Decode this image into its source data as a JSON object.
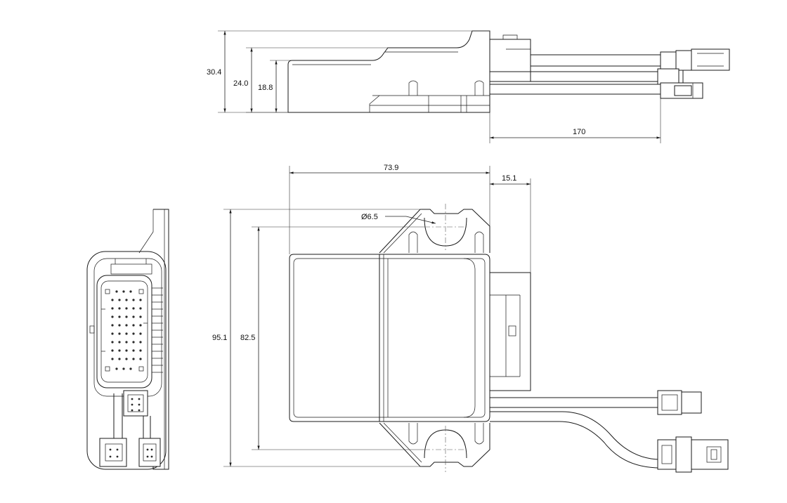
{
  "dimensions": {
    "side_total_height": "30.4",
    "side_mid_height": "24.0",
    "side_low_height": "18.8",
    "cable_length": "170",
    "body_width": "73.9",
    "connector_depth": "15.1",
    "mount_hole": "Ø6.5",
    "overall_height": "95.1",
    "hole_spacing": "82.5"
  },
  "colors": {
    "line": "#1a1a1a",
    "background": "#ffffff"
  }
}
